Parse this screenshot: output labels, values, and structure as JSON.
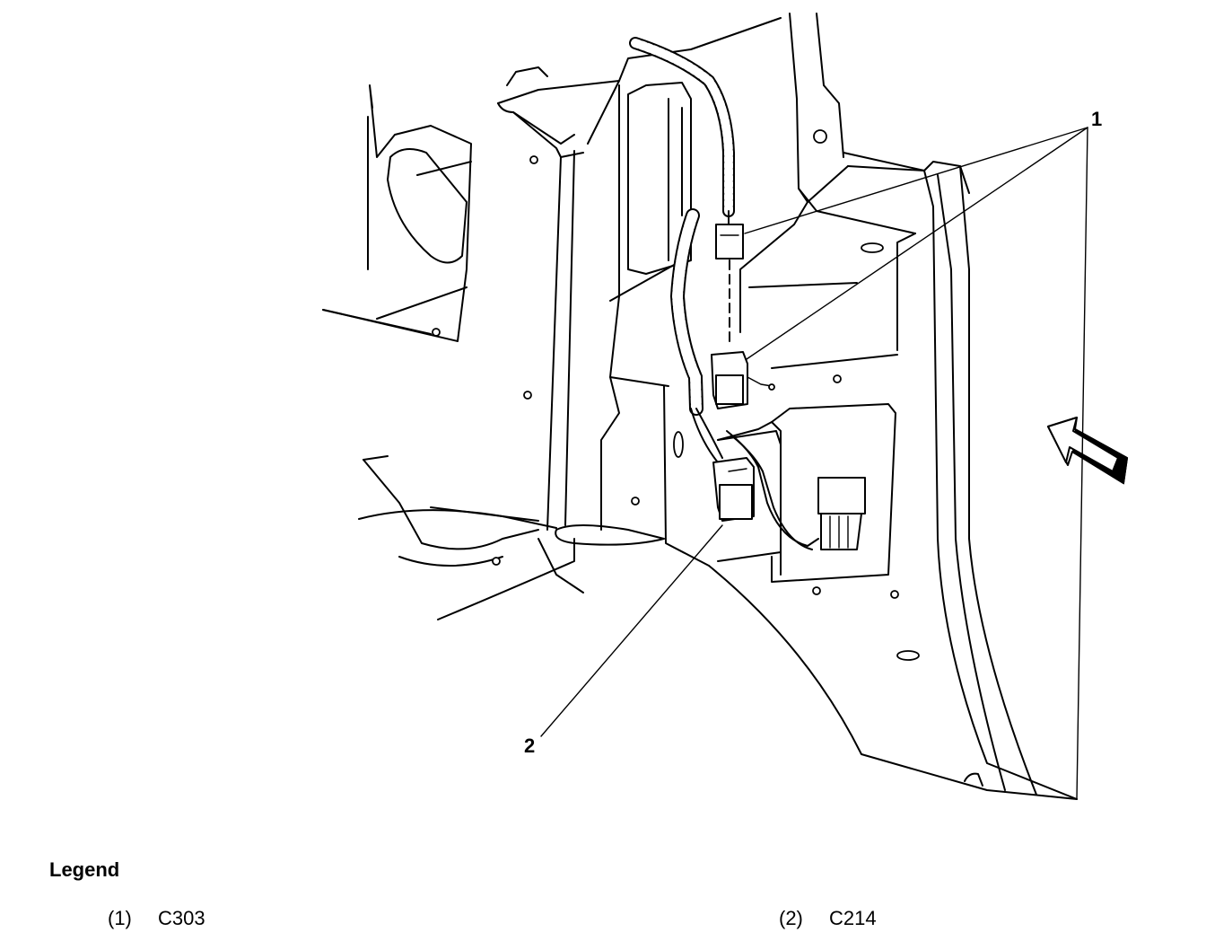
{
  "callouts": [
    {
      "label": "1"
    },
    {
      "label": "2"
    }
  ],
  "legend": {
    "title": "Legend",
    "items": [
      {
        "number": "(1)",
        "text": "C303"
      },
      {
        "number": "(2)",
        "text": "C214"
      }
    ]
  }
}
